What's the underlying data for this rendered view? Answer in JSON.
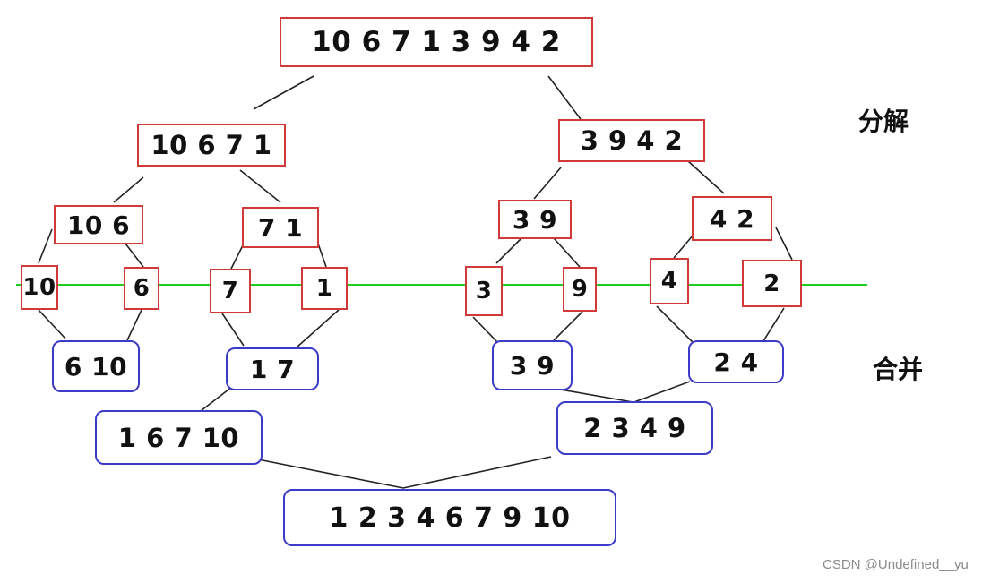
{
  "split_label": "分解",
  "merge_label": "合并",
  "watermark": "CSDN @Undefined__yu",
  "colors": {
    "split_border": "#d23a3a",
    "merge_border": "#3b3bc8",
    "divider": "#1fcc1f",
    "text": "#111111"
  },
  "split_levels": [
    [
      "10 6 7 1 3 9 4 2"
    ],
    [
      "10 6 7 1",
      "3 9 4 2"
    ],
    [
      "10 6",
      "7 1",
      "3 9",
      "4 2"
    ],
    [
      "10",
      "6",
      "7",
      "1",
      "3",
      "9",
      "4",
      "2"
    ]
  ],
  "merge_levels": [
    [
      "6 10",
      "1 7",
      "3 9",
      "2 4"
    ],
    [
      "1 6 7 10",
      "2 3 4 9"
    ],
    [
      "1 2 3 4 6 7 9 10"
    ]
  ]
}
